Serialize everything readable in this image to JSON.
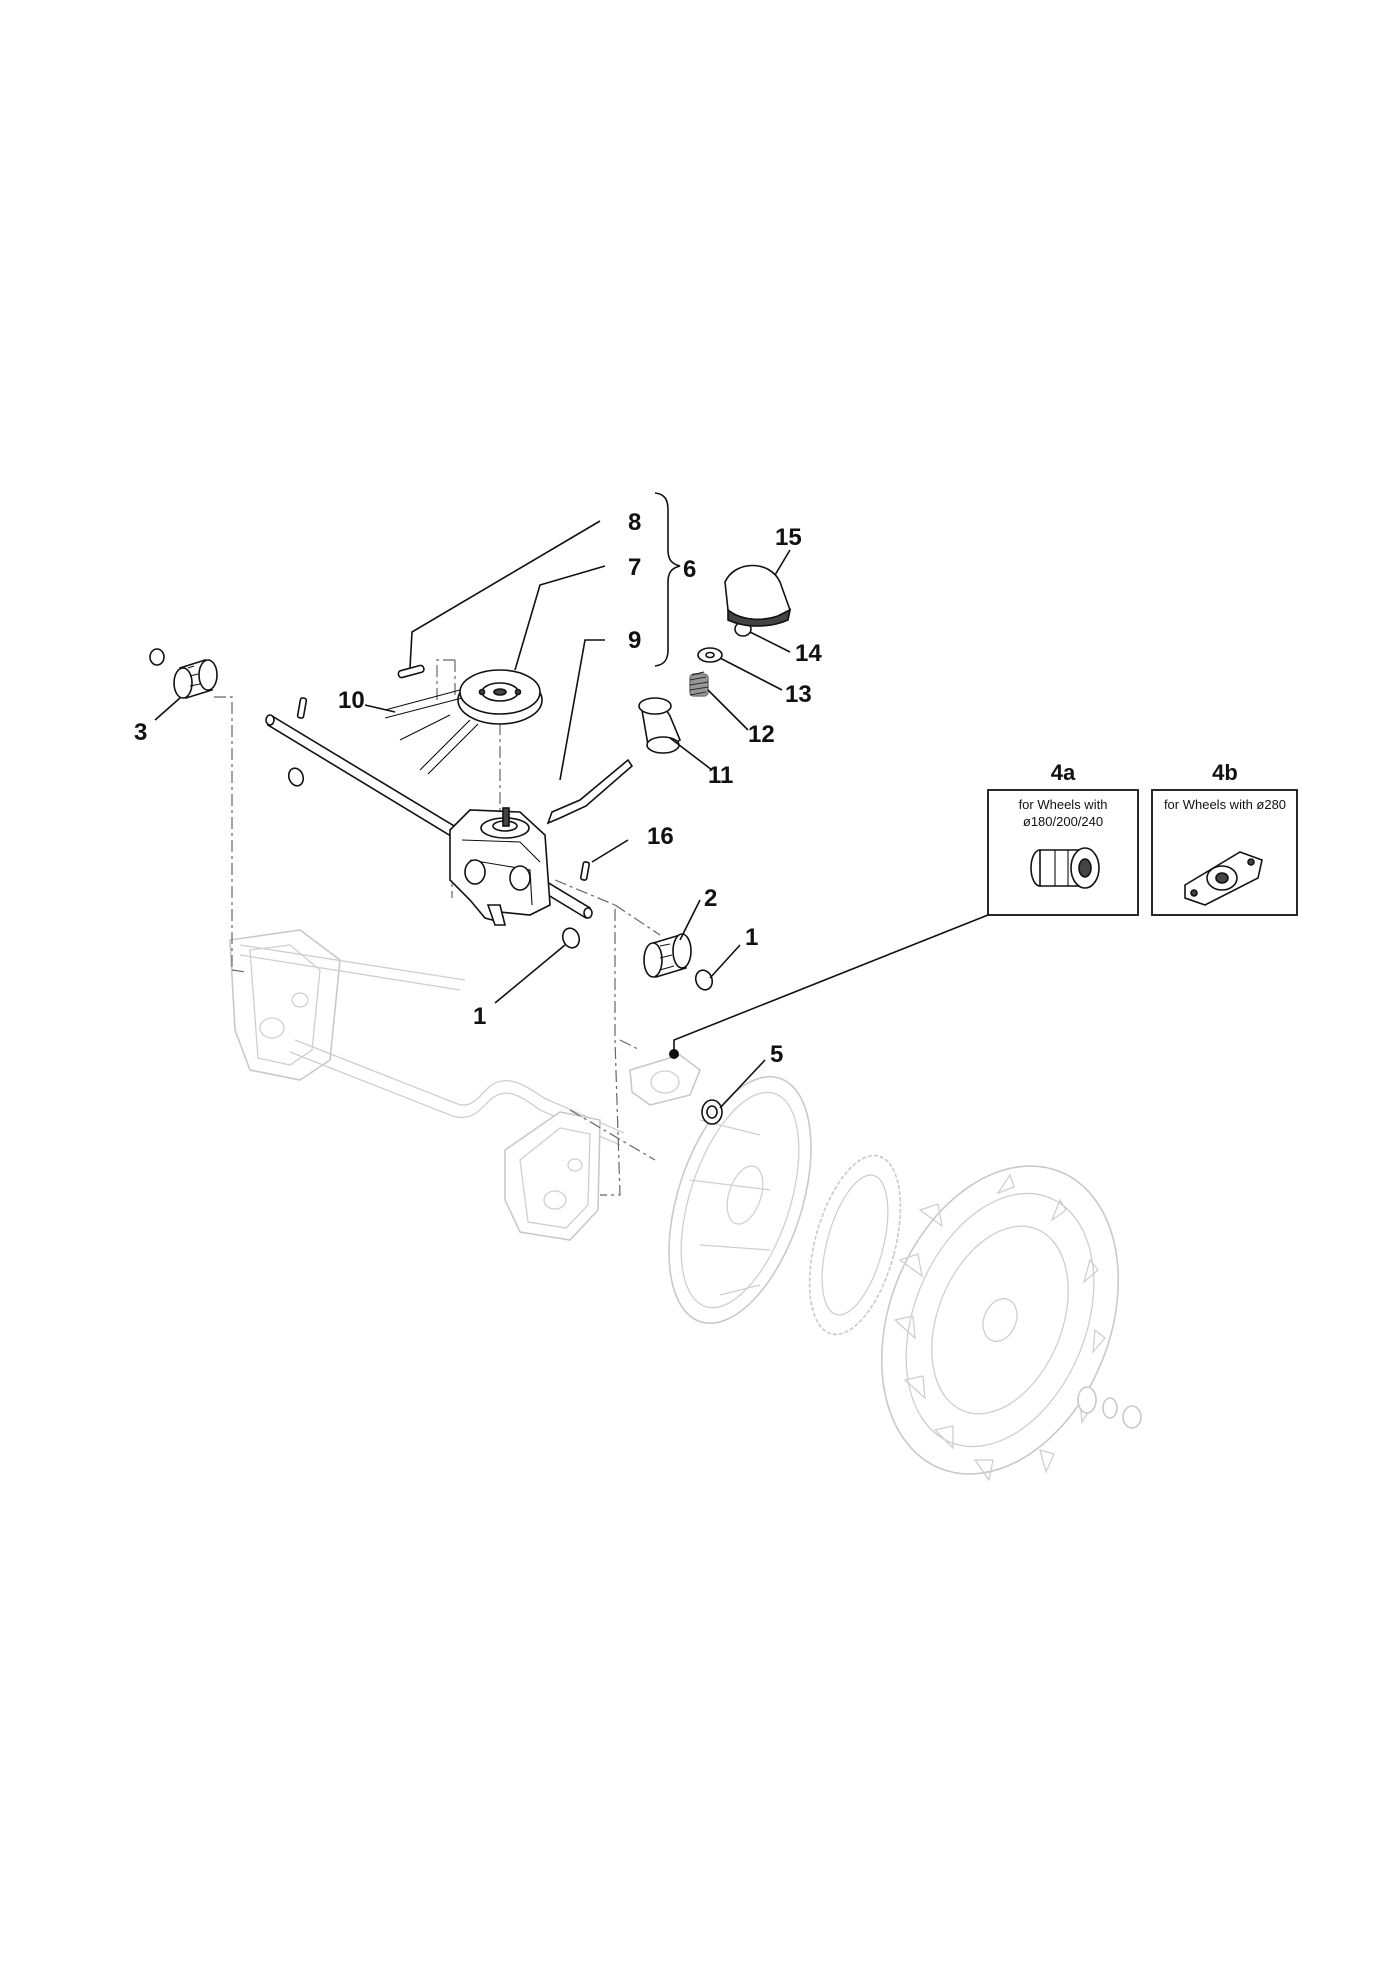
{
  "callouts": [
    {
      "id": "c8",
      "text": "8"
    },
    {
      "id": "c7",
      "text": "7"
    },
    {
      "id": "c6",
      "text": "6"
    },
    {
      "id": "c9",
      "text": "9"
    },
    {
      "id": "c15",
      "text": "15"
    },
    {
      "id": "c14",
      "text": "14"
    },
    {
      "id": "c13",
      "text": "13"
    },
    {
      "id": "c12",
      "text": "12"
    },
    {
      "id": "c11",
      "text": "11"
    },
    {
      "id": "c10",
      "text": "10"
    },
    {
      "id": "c3",
      "text": "3"
    },
    {
      "id": "c16",
      "text": "16"
    },
    {
      "id": "c2",
      "text": "2"
    },
    {
      "id": "c1a",
      "text": "1"
    },
    {
      "id": "c1b",
      "text": "1"
    },
    {
      "id": "c5",
      "text": "5"
    }
  ],
  "insets": [
    {
      "title": "4a",
      "caption_line1": "for Wheels with",
      "caption_line2": "ø180/200/240"
    },
    {
      "title": "4b",
      "caption_line1": "for Wheels with ø280",
      "caption_line2": ""
    }
  ]
}
